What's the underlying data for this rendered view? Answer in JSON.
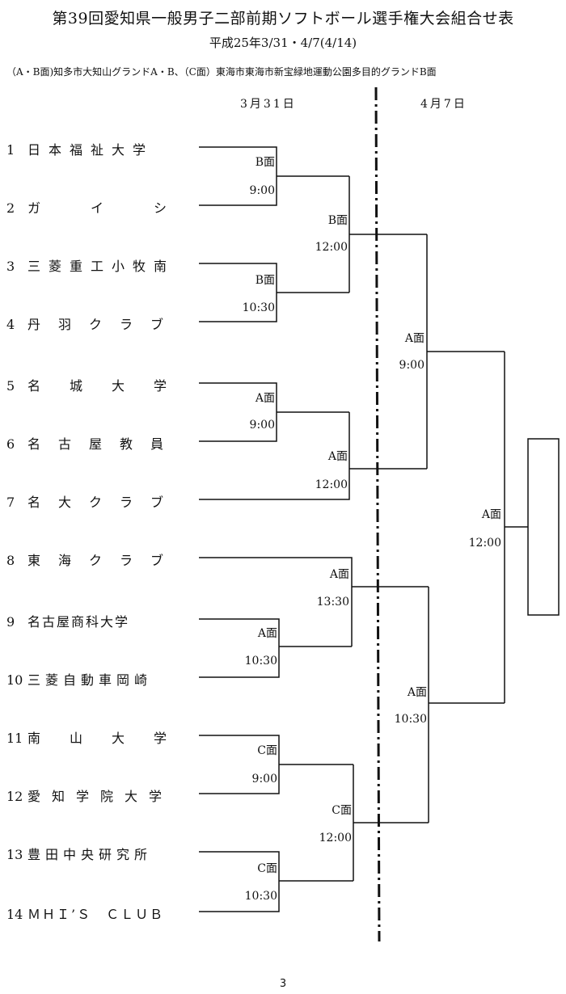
{
  "title": "第39回愛知県一般男子二部前期ソフトボール選手権大会組合せ表",
  "subtitle": "平成25年3/31・4/7(4/14)",
  "venue": "（A・B面)知多市大知山グランドA・B、（C面）東海市東海市新宝緑地運動公園多目的グランドB面",
  "dates": [
    "3月31日",
    "4月7日"
  ],
  "teams": [
    {
      "num": "1",
      "name": "日本福祉大学"
    },
    {
      "num": "2",
      "name": "ガ　　イ　　シ"
    },
    {
      "num": "3",
      "name": "三菱重工小牧南"
    },
    {
      "num": "4",
      "name": "丹羽クラブ"
    },
    {
      "num": "5",
      "name": "名　城　大　学"
    },
    {
      "num": "6",
      "name": "名古屋教員"
    },
    {
      "num": "7",
      "name": "名大クラブ"
    },
    {
      "num": "8",
      "name": "東海クラブ"
    },
    {
      "num": "9",
      "name": "名古屋商科大学"
    },
    {
      "num": "10",
      "name": "三菱自動車岡崎"
    },
    {
      "num": "11",
      "name": "南　山　大　学"
    },
    {
      "num": "12",
      "name": "愛知学院大学"
    },
    {
      "num": "13",
      "name": "豊田中央研究所"
    },
    {
      "num": "14",
      "name": "ＭＨＩ’Ｓ　ＣＬＵＢ"
    }
  ],
  "matches": [
    {
      "field": "B面",
      "time": "9:00"
    },
    {
      "field": "B面",
      "time": "12:00"
    },
    {
      "field": "B面",
      "time": "10:30"
    },
    {
      "field": "A面",
      "time": "9:00"
    },
    {
      "field": "A面",
      "time": "9:00"
    },
    {
      "field": "A面",
      "time": "12:00"
    },
    {
      "field": "A面",
      "time": "12:00"
    },
    {
      "field": "A面",
      "time": "13:30"
    },
    {
      "field": "A面",
      "time": "10:30"
    },
    {
      "field": "A面",
      "time": "10:30"
    },
    {
      "field": "C面",
      "time": "9:00"
    },
    {
      "field": "C面",
      "time": "12:00"
    },
    {
      "field": "C面",
      "time": "10:30"
    }
  ],
  "page_number": "3"
}
